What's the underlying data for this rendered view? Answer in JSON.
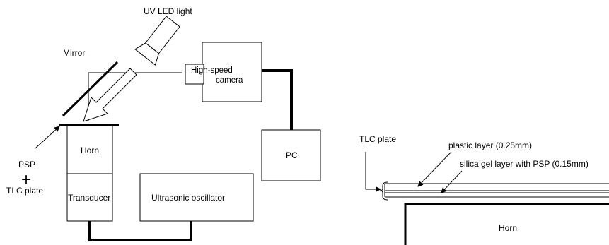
{
  "labels": {
    "uv_led": "UV LED light",
    "mirror": "Mirror",
    "camera_line1": "High-speed",
    "camera_line2": "camera",
    "pc": "PC",
    "horn": "Horn",
    "transducer": "Transducer",
    "oscillator": "Ultrasonic oscillator",
    "psp": "PSP",
    "plus": "+",
    "tlc_left": "TLC plate",
    "tlc_right": "TLC plate",
    "plastic_layer": "plastic layer (0.25mm)",
    "silica_layer": "silica gel layer with PSP (0.15mm)",
    "horn_right": "Horn"
  }
}
